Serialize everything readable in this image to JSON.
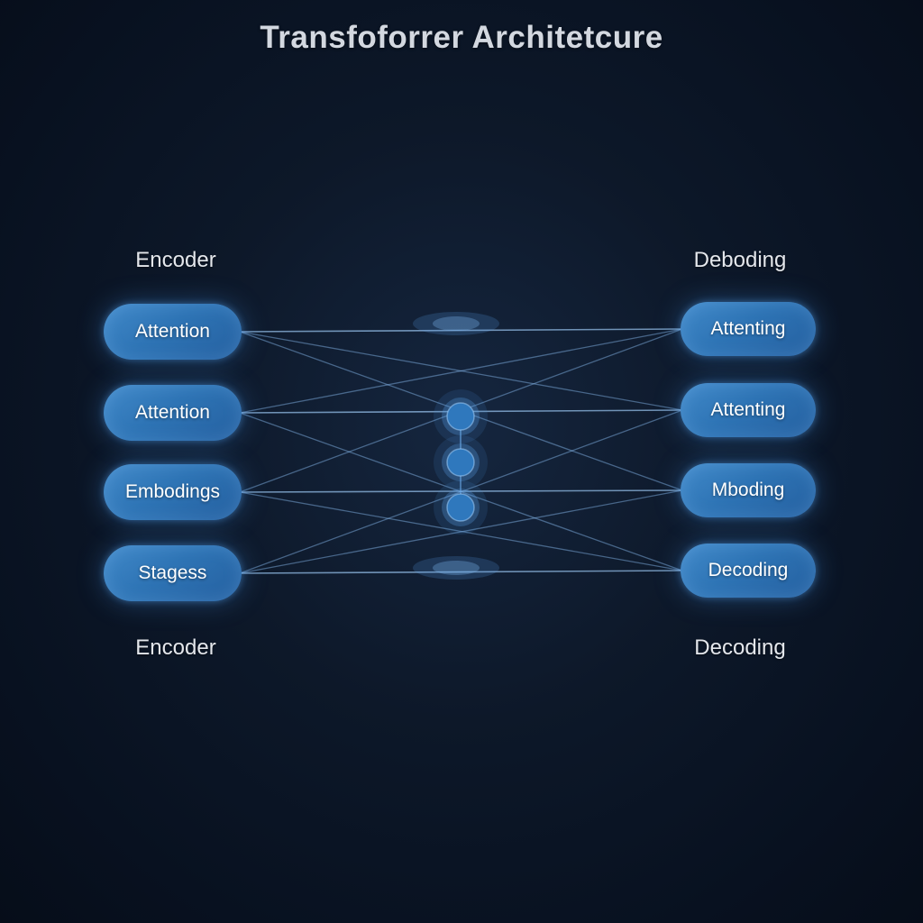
{
  "title": "Transfoforrer Architetcure",
  "left_column": {
    "top_label": "Encoder",
    "bottom_label": "Encoder",
    "nodes": [
      {
        "label": "Attention"
      },
      {
        "label": "Attention"
      },
      {
        "label": "Embodings"
      },
      {
        "label": "Stagess"
      }
    ]
  },
  "right_column": {
    "top_label": "Deboding",
    "bottom_label": "Decoding",
    "nodes": [
      {
        "label": "Attenting"
      },
      {
        "label": "Attenting"
      },
      {
        "label": "Mboding"
      },
      {
        "label": "Decoding"
      }
    ]
  },
  "center_nodes_count": 3,
  "edges": [
    {
      "from": 0,
      "to": 0,
      "bright": true
    },
    {
      "from": 0,
      "to": 1,
      "bright": false
    },
    {
      "from": 0,
      "to": 2,
      "bright": false
    },
    {
      "from": 1,
      "to": 0,
      "bright": false
    },
    {
      "from": 1,
      "to": 1,
      "bright": true
    },
    {
      "from": 1,
      "to": 3,
      "bright": false
    },
    {
      "from": 2,
      "to": 0,
      "bright": false
    },
    {
      "from": 2,
      "to": 2,
      "bright": true
    },
    {
      "from": 2,
      "to": 3,
      "bright": false
    },
    {
      "from": 3,
      "to": 1,
      "bright": false
    },
    {
      "from": 3,
      "to": 2,
      "bright": false
    },
    {
      "from": 3,
      "to": 3,
      "bright": true
    }
  ],
  "colors": {
    "background": "#0d1829",
    "node_fill": "#2e74b5",
    "node_glow": "#4a9ce0",
    "edge_line": "#8cbef5",
    "title_text": "#d3d8e0",
    "label_text": "#e4e7ec",
    "node_text": "#ffffff"
  }
}
